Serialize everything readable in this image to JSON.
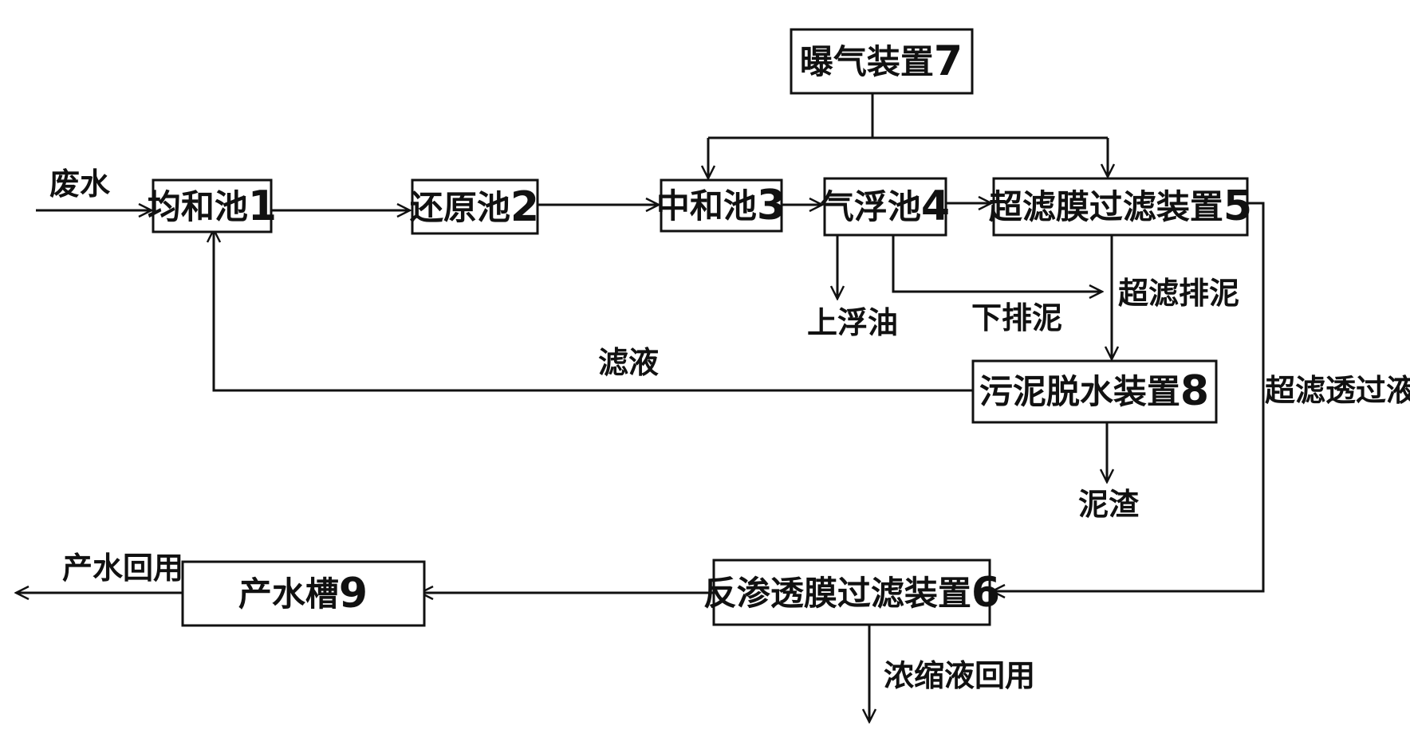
{
  "nodes": {
    "equalization": {
      "name": "均和池",
      "num": "1"
    },
    "reduction": {
      "name": "还原池",
      "num": "2"
    },
    "neutralization": {
      "name": "中和池",
      "num": "3"
    },
    "flotation": {
      "name": "气浮池",
      "num": "4"
    },
    "ultrafiltration": {
      "name": "超滤膜过滤装置",
      "num": "5"
    },
    "reverse_osmosis": {
      "name": "反渗透膜过滤装置",
      "num": "6"
    },
    "aeration": {
      "name": "曝气装置",
      "num": "7"
    },
    "dewatering": {
      "name": "污泥脱水装置",
      "num": "8"
    },
    "product_tank": {
      "name": "产水槽",
      "num": "9"
    }
  },
  "labels": {
    "wastewater": "废水",
    "top_oil": "上浮油",
    "bottom_sludge": "下排泥",
    "uf_sludge": "超滤排泥",
    "filtrate": "滤液",
    "uf_permeate": "超滤透过液",
    "sludge_residue": "泥渣",
    "product_reuse": "产水回用",
    "concentrate_reuse": "浓缩液回用"
  }
}
